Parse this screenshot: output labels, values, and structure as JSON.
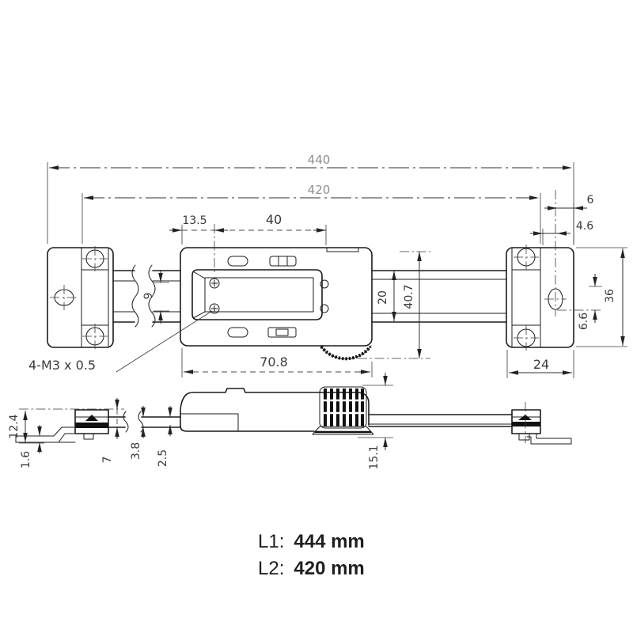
{
  "drawing": {
    "top_view": {
      "overall_length": "440",
      "mounting_span": "420",
      "end_offset": "6",
      "slot_offset": "4.6",
      "display_edge_offset": "13.5",
      "screw_spacing": "40",
      "beam_slot_width": "9",
      "beam_width": "20",
      "body_width": "40.7",
      "end_block_height": "36",
      "hole_offset": "6.6",
      "body_length": "70.8",
      "end_block_width": "24",
      "thread_note": "4-M3 x 0.5"
    },
    "side_view": {
      "bracket_height": "12.4",
      "foot_thickness": "1.6",
      "beam_drop": "7",
      "beam_thickness": "3.8",
      "rail_thickness": "2.5",
      "slider_height": "15.1"
    }
  },
  "legend": {
    "l1_label": "L1:",
    "l1_value": "444 mm",
    "l2_label": "L2:",
    "l2_value": "420 mm"
  }
}
